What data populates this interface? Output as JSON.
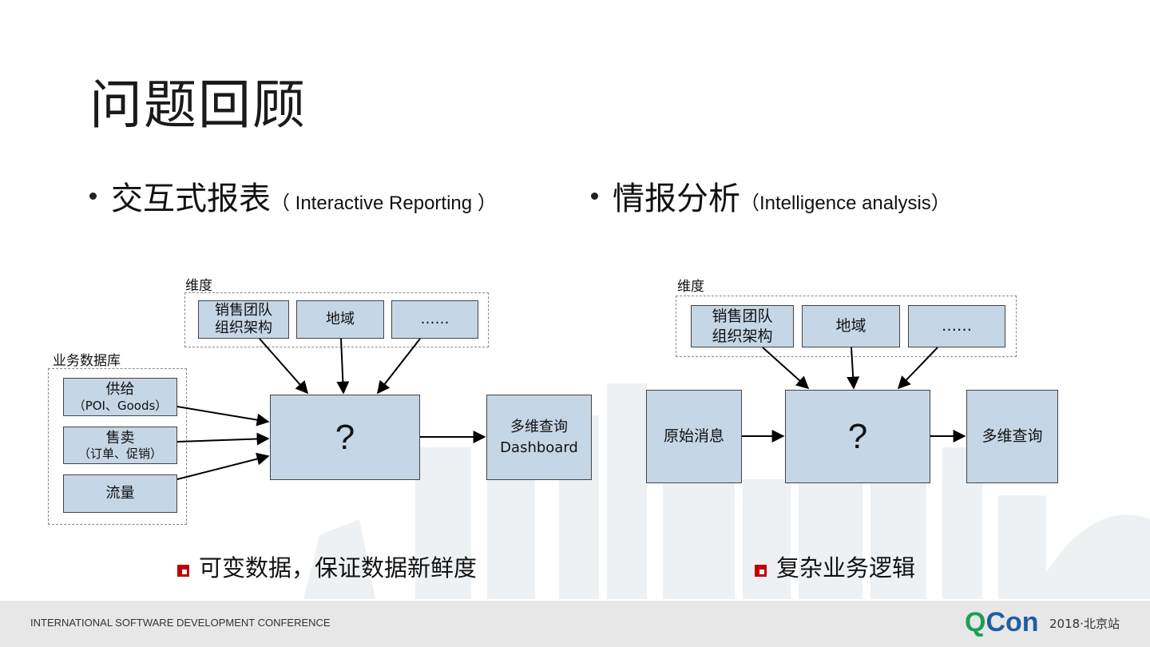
{
  "title": "问题回顾",
  "bullets": {
    "left": {
      "zh": "交互式报表",
      "en": "（ Interactive Reporting ）"
    },
    "right": {
      "zh": "情报分析",
      "en": "（Intelligence analysis）"
    }
  },
  "left_diagram": {
    "dimension_label": "维度",
    "dimensions": [
      "销售团队\n组织架构",
      "地域",
      "……"
    ],
    "db_label": "业务数据库",
    "sources": [
      {
        "line1": "供给",
        "line2": "（POI、Goods）"
      },
      {
        "line1": "售卖",
        "line2": "（订单、促销）"
      },
      {
        "line1": "流量",
        "line2": ""
      }
    ],
    "center": "?",
    "output": {
      "line1": "多维查询",
      "line2": "Dashboard"
    }
  },
  "right_diagram": {
    "dimension_label": "维度",
    "dimensions": [
      "销售团队\n组织架构",
      "地域",
      "……"
    ],
    "input": "原始消息",
    "center": "?",
    "output": "多维查询"
  },
  "notes": {
    "left": "可变数据，保证数据新鲜度",
    "right": "复杂业务逻辑"
  },
  "footer": {
    "conference": "INTERNATIONAL SOFTWARE DEVELOPMENT CONFERENCE",
    "logo": {
      "q": "Q",
      "con": "Con"
    },
    "edition": "2018·北京站"
  },
  "colors": {
    "box": "#c5d6e6",
    "accent": "#c00000",
    "logo_green": "#1e9e57",
    "logo_blue": "#1c5fa5"
  }
}
